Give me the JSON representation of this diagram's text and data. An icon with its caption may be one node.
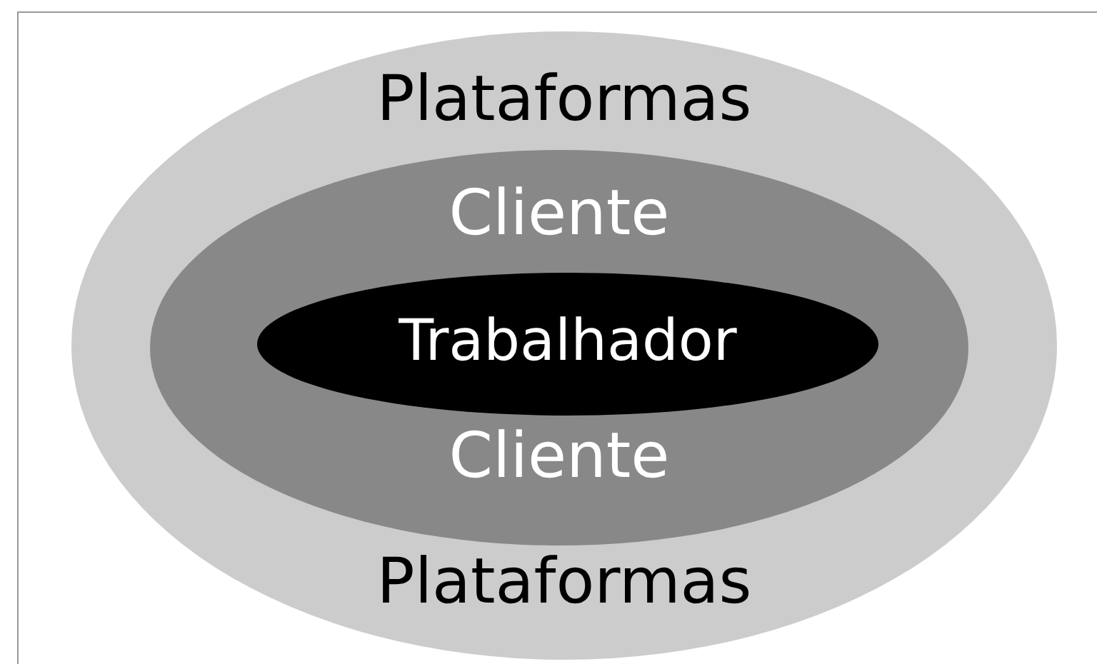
{
  "diagram": {
    "nodes": [
      {
        "text": [
          "Plataformas",
          "Plataformas"
        ]
      },
      {
        "text": [
          "Cliente",
          "Cliente"
        ],
        "in": 0
      },
      {
        "text": [
          "Trabalhador"
        ],
        "in": 1
      }
    ]
  }
}
